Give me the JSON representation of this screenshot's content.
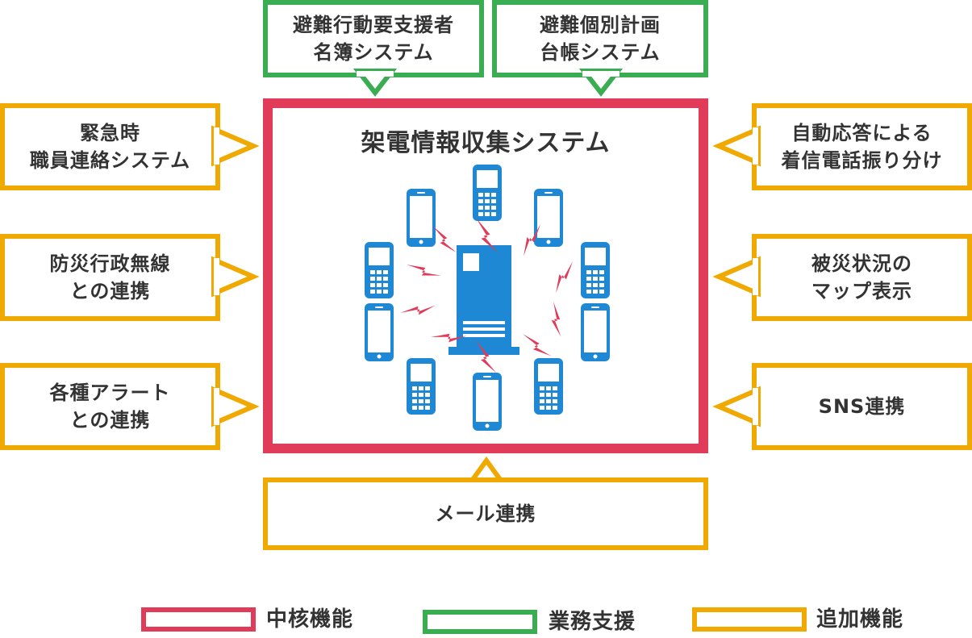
{
  "colors": {
    "core": "#e03c59",
    "business": "#3aad52",
    "addon": "#f0a900",
    "device": "#1e88d4",
    "text": "#333333"
  },
  "core": {
    "title": "架電情報収集システム"
  },
  "business": [
    {
      "lines": [
        "避難行動要支援者",
        "名簿システム"
      ]
    },
    {
      "lines": [
        "避難個別計画",
        "台帳システム"
      ]
    }
  ],
  "addons_left": [
    {
      "lines": [
        "緊急時",
        "職員連絡システム"
      ]
    },
    {
      "lines": [
        "防災行政無線",
        "との連携"
      ]
    },
    {
      "lines": [
        "各種アラート",
        "との連携"
      ]
    }
  ],
  "addons_right": [
    {
      "lines": [
        "自動応答による",
        "着信電話振り分け"
      ]
    },
    {
      "lines": [
        "被災状況の",
        "マップ表示"
      ]
    },
    {
      "lines": [
        "SNS連携"
      ]
    }
  ],
  "addon_bottom": {
    "lines": [
      "メール連携"
    ]
  },
  "legend": [
    {
      "label": "中核機能",
      "kind": "core"
    },
    {
      "label": "業務支援",
      "kind": "business"
    },
    {
      "label": "追加機能",
      "kind": "addon"
    }
  ],
  "icons": {
    "server": "server-icon",
    "smartphone": "smartphone-icon",
    "feature_phone": "feature-phone-icon",
    "lightning": "lightning-icon"
  }
}
